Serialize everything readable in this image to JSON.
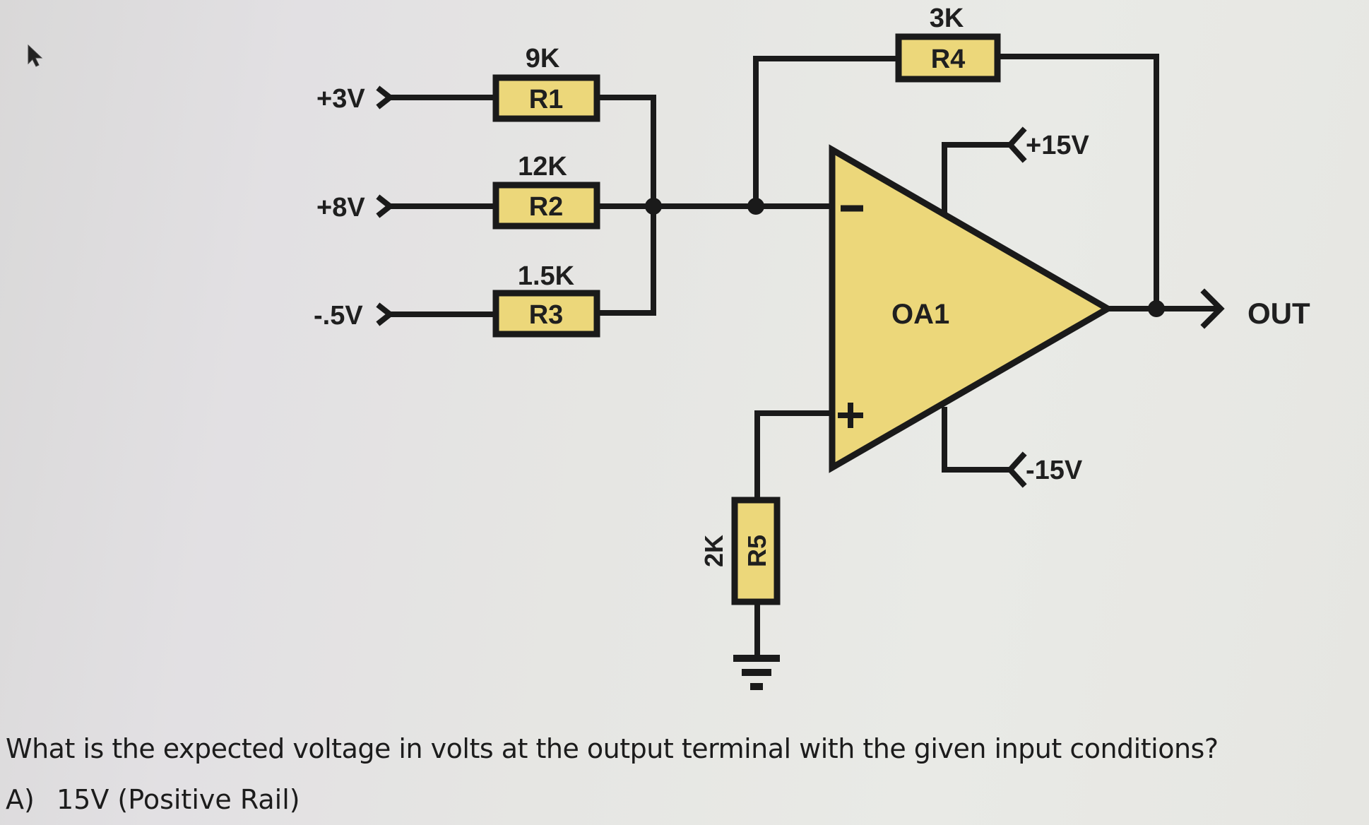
{
  "circuit": {
    "inputs": [
      {
        "voltage_label": "+3V",
        "resistor": "R1",
        "value": "9K"
      },
      {
        "voltage_label": "+8V",
        "resistor": "R2",
        "value": "12K"
      },
      {
        "voltage_label": "-.5V",
        "resistor": "R3",
        "value": "1.5K"
      }
    ],
    "feedback": {
      "resistor": "R4",
      "value": "3K"
    },
    "ground_resistor": {
      "resistor": "R5",
      "value": "2K"
    },
    "opamp": {
      "label": "OA1",
      "inverting_symbol": "−",
      "noninverting_symbol": "+",
      "positive_supply": "+15V",
      "negative_supply": "-15V"
    },
    "output_label": "OUT",
    "colors": {
      "component_fill": "#ecd77a",
      "wire": "#1a1a1a"
    }
  },
  "question": {
    "text": "What is the expected voltage in volts at the output terminal with the given input conditions?",
    "options": [
      {
        "letter": "A)",
        "text": "15V (Positive Rail)"
      }
    ]
  }
}
